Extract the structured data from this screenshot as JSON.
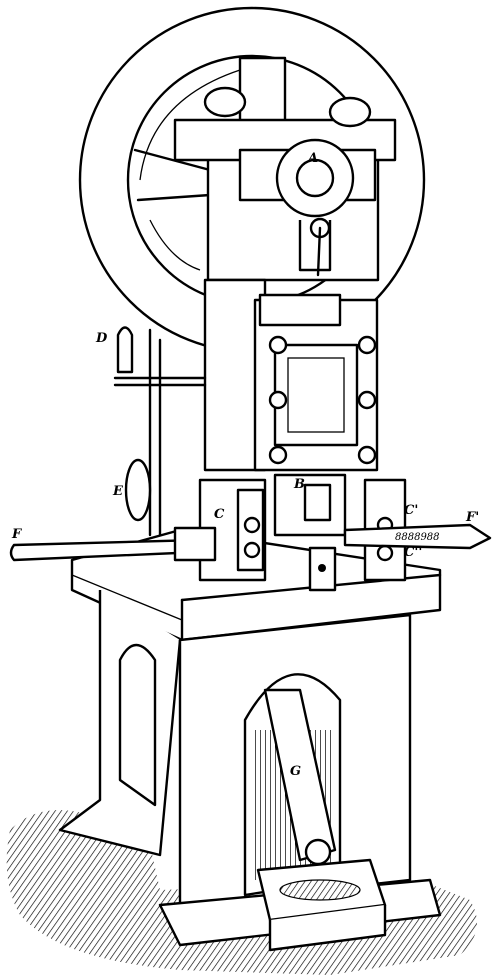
{
  "diagram": {
    "labels": {
      "A": "A",
      "B": "B",
      "C": "C",
      "C1": "C'",
      "C2": "C''",
      "D": "D",
      "E": "E",
      "F": "F",
      "F1": "F'",
      "G": "G",
      "strip_text": "8888988"
    },
    "colors": {
      "ink": "#000000",
      "paper": "#ffffff"
    }
  }
}
